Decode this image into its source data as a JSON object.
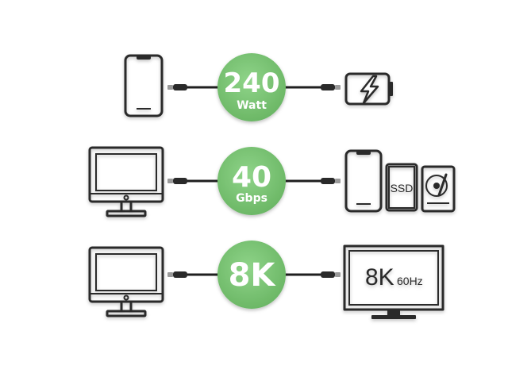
{
  "rows": [
    {
      "badge_main": "240",
      "badge_sub": "Watt"
    },
    {
      "badge_main": "40",
      "badge_sub": "Gbps"
    },
    {
      "badge_main": "8K",
      "badge_sub": ""
    }
  ],
  "drive_labels": {
    "ssd": "SSD"
  },
  "display": {
    "resolution": "8K",
    "refresh": "60Hz"
  },
  "icons": [
    "smartphone-icon",
    "usb-c-cable-icon",
    "battery-charging-icon",
    "monitor-icon",
    "ssd-icon",
    "hard-drive-icon",
    "tv-display-icon"
  ],
  "colors": {
    "badge": "#7cc576",
    "badge_shadow": "#4f9a4a",
    "stroke": "#2b2b2b",
    "cable": "#1f1f1f"
  }
}
